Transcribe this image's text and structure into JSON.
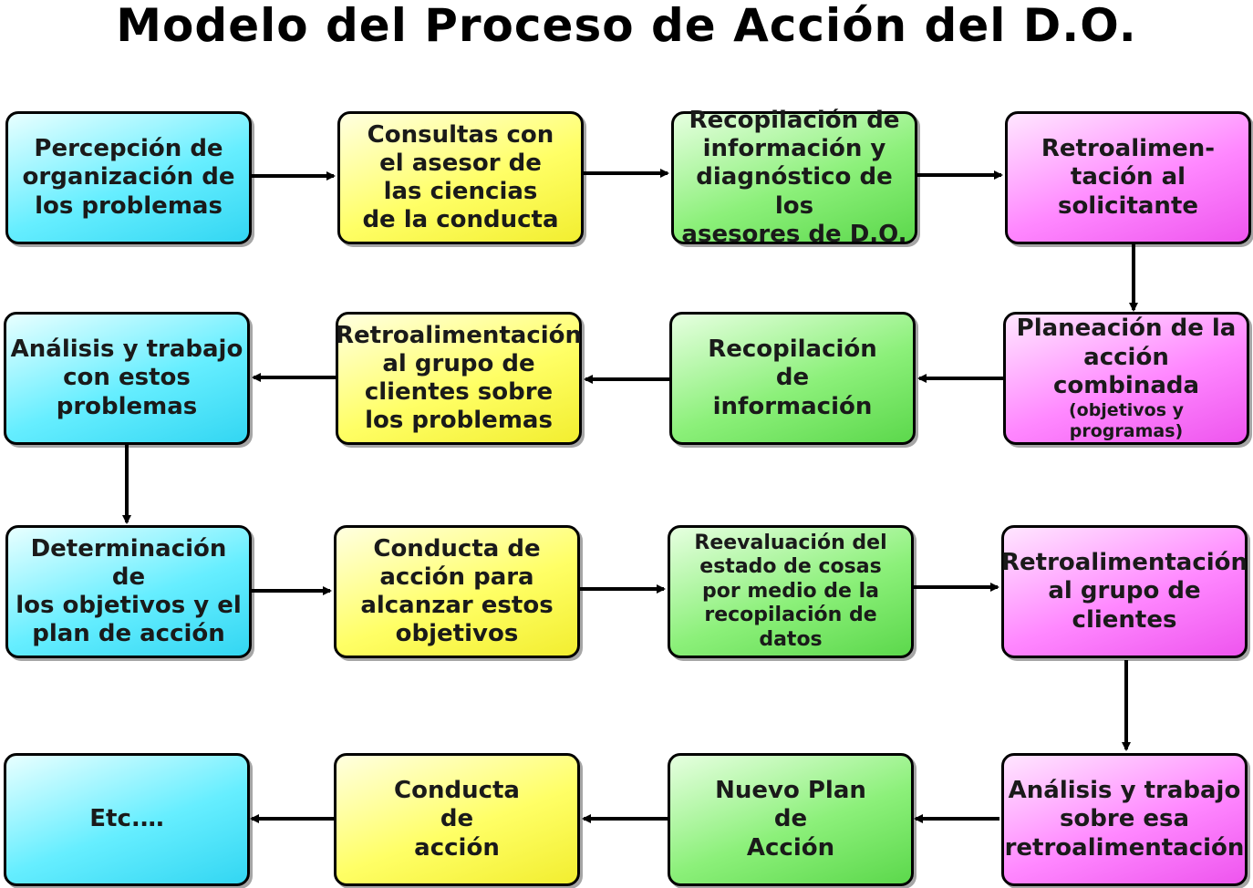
{
  "title": "Modelo del Proceso de Acción del D.O.",
  "nodes": {
    "n1": {
      "text": "Percepción de\norganización de\nlos problemas",
      "color": "cyan"
    },
    "n2": {
      "text": "Consultas con\nel asesor de\nlas ciencias\nde la conducta",
      "color": "yellow"
    },
    "n3": {
      "text": "Recopilación de\ninformación y\ndiagnóstico de los\nasesores de D.O.",
      "color": "green"
    },
    "n4": {
      "text": "Retroalimen-\ntación al\nsolicitante",
      "color": "magenta"
    },
    "n5": {
      "text": "Planeación de la\nacción combinada",
      "subtext": "(objetivos y programas)",
      "color": "magenta"
    },
    "n6": {
      "text": "Recopilación\nde\ninformación",
      "color": "green"
    },
    "n7": {
      "text": "Retroalimentación\nal grupo de\nclientes sobre\nlos problemas",
      "color": "yellow"
    },
    "n8": {
      "text": "Análisis y trabajo\ncon estos\nproblemas",
      "color": "cyan"
    },
    "n9": {
      "text": "Determinación de\nlos objetivos y el\nplan de acción",
      "color": "cyan"
    },
    "n10": {
      "text": "Conducta de\nacción para\nalcanzar estos\nobjetivos",
      "color": "yellow"
    },
    "n11": {
      "text": "Reevaluación del\nestado de cosas\npor medio de la\nrecopilación de datos",
      "color": "green"
    },
    "n12": {
      "text": "Retroalimentación\nal grupo de\nclientes",
      "color": "magenta"
    },
    "n13": {
      "text": "Análisis y trabajo\nsobre esa\nretroalimentación",
      "color": "magenta"
    },
    "n14": {
      "text": "Nuevo Plan\nde\nAcción",
      "color": "green"
    },
    "n15": {
      "text": "Conducta\nde\nacción",
      "color": "yellow"
    },
    "n16": {
      "text": "Etc.…",
      "color": "cyan"
    }
  },
  "edges": [
    [
      "n1",
      "n2"
    ],
    [
      "n2",
      "n3"
    ],
    [
      "n3",
      "n4"
    ],
    [
      "n4",
      "n5"
    ],
    [
      "n5",
      "n6"
    ],
    [
      "n6",
      "n7"
    ],
    [
      "n7",
      "n8"
    ],
    [
      "n8",
      "n9"
    ],
    [
      "n9",
      "n10"
    ],
    [
      "n10",
      "n11"
    ],
    [
      "n11",
      "n12"
    ],
    [
      "n12",
      "n13"
    ],
    [
      "n13",
      "n14"
    ],
    [
      "n14",
      "n15"
    ],
    [
      "n15",
      "n16"
    ]
  ]
}
